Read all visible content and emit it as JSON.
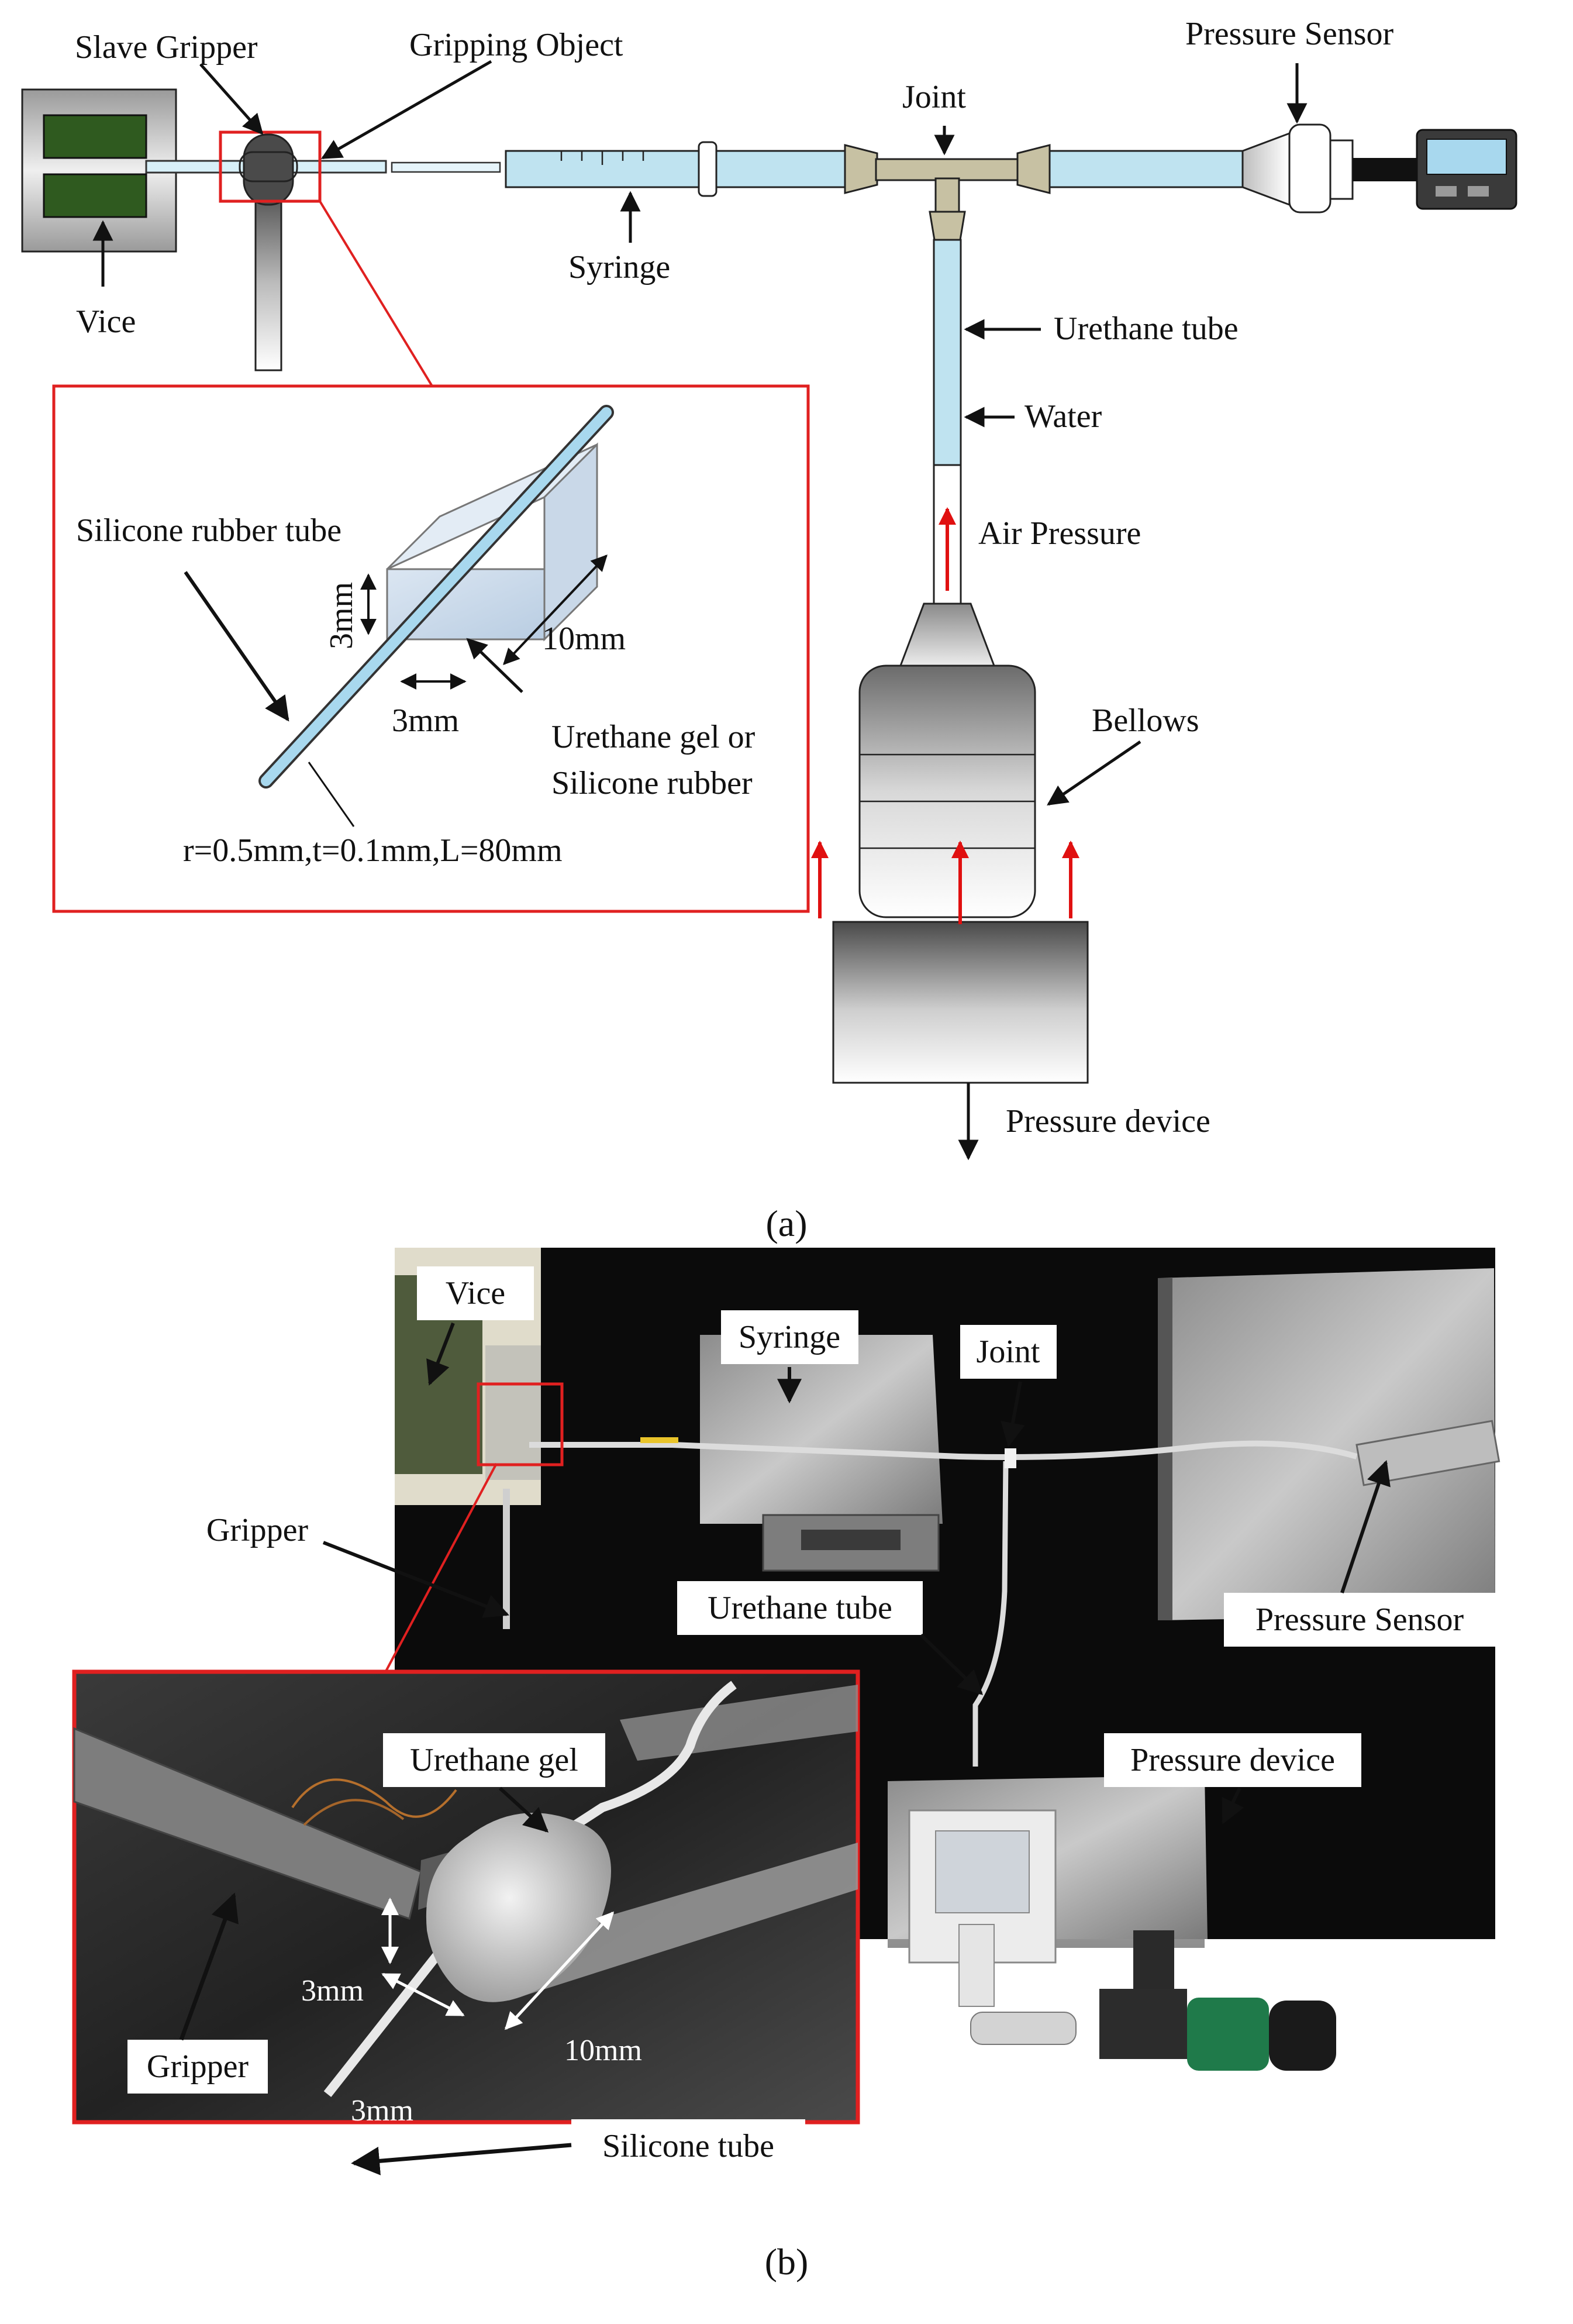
{
  "panel_a": {
    "panel_label": "(a)",
    "labels": {
      "slave_gripper": "Slave Gripper",
      "gripping_object": "Gripping Object",
      "pressure_sensor": "Pressure Sensor",
      "joint": "Joint",
      "vice": "Vice",
      "syringe": "Syringe",
      "urethane_tube": "Urethane tube",
      "water": "Water",
      "air_pressure": "Air Pressure",
      "bellows": "Bellows",
      "pressure_device": "Pressure device"
    },
    "inset": {
      "silicone_rubber_tube": "Silicone rubber tube",
      "dim_height": "3mm",
      "dim_width": "3mm",
      "dim_length": "10mm",
      "material_line1": "Urethane gel or",
      "material_line2": "Silicone rubber",
      "tube_spec": "r=0.5mm,t=0.1mm,L=80mm"
    },
    "colors": {
      "liquid": "#bfe3f0",
      "fitting": "#c7c1a3",
      "vice_pad": "#2f5a1f",
      "highlight": "#e02020",
      "air_arrow": "#e01010"
    }
  },
  "panel_b": {
    "panel_label": "(b)",
    "labels": {
      "vice": "Vice",
      "syringe": "Syringe",
      "joint": "Joint",
      "gripper": "Gripper",
      "urethane_tube": "Urethane tube",
      "pressure_sensor": "Pressure Sensor",
      "pressure_device": "Pressure device"
    },
    "inset": {
      "urethane_gel": "Urethane gel",
      "gripper": "Gripper",
      "dim_height": "3mm",
      "dim_width": "3mm",
      "dim_length": "10mm",
      "silicone_tube": "Silicone tube"
    }
  }
}
